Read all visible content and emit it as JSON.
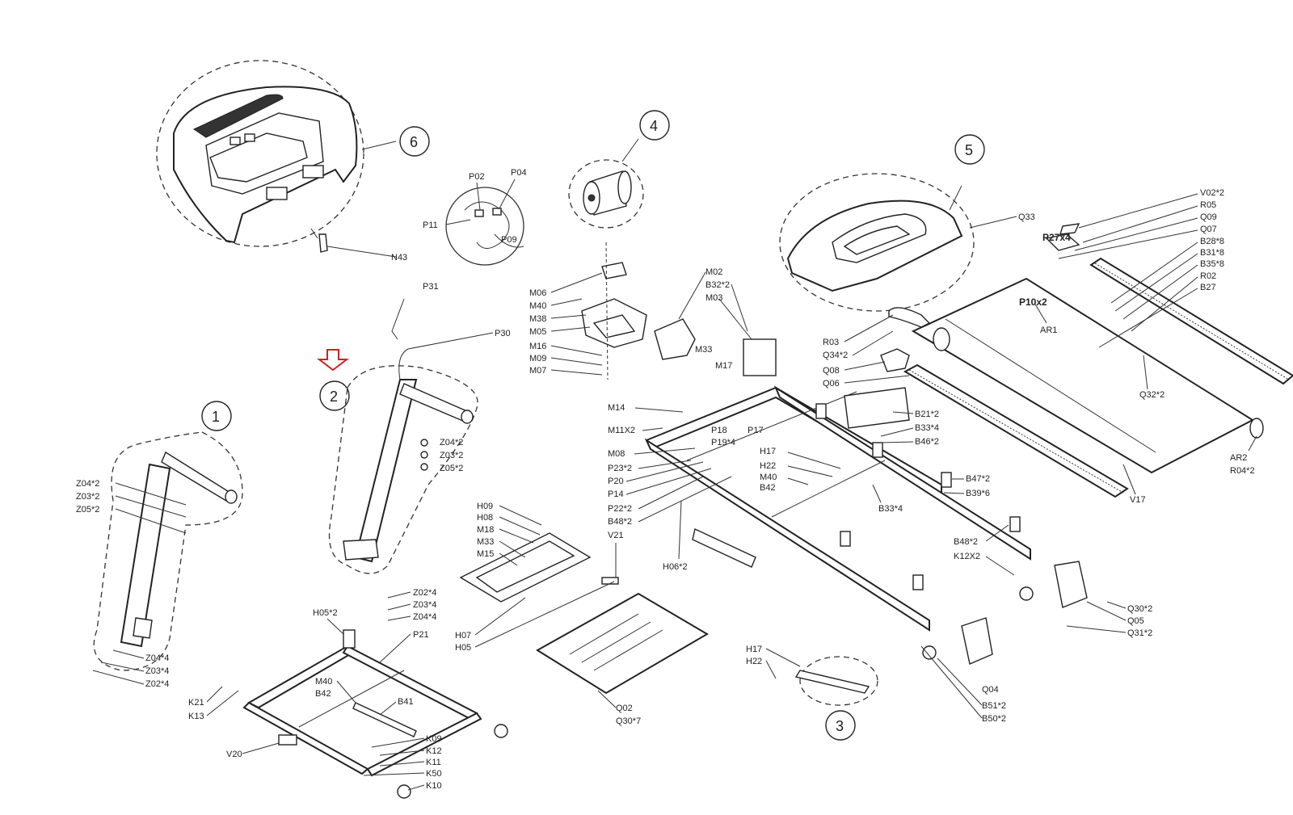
{
  "assembly_numbers": {
    "a1": "1",
    "a2": "2",
    "a3": "3",
    "a4": "4",
    "a5": "5",
    "a6": "6"
  },
  "labels": {
    "a1_left": [
      "Z04*2",
      "Z03*2",
      "Z05*2"
    ],
    "a1_bottom": [
      "Z04*4",
      "Z03*4",
      "Z02*4"
    ],
    "a2_right": [
      "Z04*2",
      "Z03*2",
      "Z05*2"
    ],
    "a6_part": "N43",
    "p_group": [
      "P02",
      "P04",
      "P11",
      "P09"
    ],
    "p31": "P31",
    "p30": "P30",
    "m_left": [
      "M06",
      "M40",
      "M38",
      "M05",
      "M16",
      "M09",
      "M07"
    ],
    "m_mid": [
      "M02",
      "B32*2",
      "M03"
    ],
    "m33": "M33",
    "m17": "M17",
    "frame_left": [
      "M14",
      "M11X2",
      "M08",
      "P23*2",
      "P20",
      "P14",
      "P22*2",
      "B48*2",
      "V21"
    ],
    "frame_p": [
      "P18",
      "P19*4",
      "P17"
    ],
    "frame_h": [
      "H17",
      "H22",
      "M40",
      "B42"
    ],
    "h06": "H06*2",
    "b_group": [
      "B21*2",
      "B33*4",
      "B46*2"
    ],
    "b33": "B33*4",
    "b47": [
      "B47*2",
      "B39*6"
    ],
    "b48": [
      "B48*2",
      "K12X2"
    ],
    "h_group": [
      "H09",
      "H08",
      "M18",
      "M33",
      "M15"
    ],
    "h07": [
      "H07",
      "H05"
    ],
    "base_right": [
      "Z02*4",
      "Z03*4",
      "Z04*4",
      "P21"
    ],
    "h05": "H05*2",
    "base_m": [
      "M40",
      "B42"
    ],
    "b41": "B41",
    "k_left": [
      "K21",
      "K13"
    ],
    "v20": "V20",
    "k_bottom": [
      "K09",
      "K12",
      "K11",
      "K50",
      "K10"
    ],
    "q_tray": [
      "Q02",
      "Q30*7"
    ],
    "h3": [
      "H17",
      "H22"
    ],
    "q04": "Q04",
    "b51": [
      "B51*2",
      "B50*2"
    ],
    "q_right": [
      "Q30*2",
      "Q05",
      "Q31*2"
    ],
    "q33": "Q33",
    "r_group": [
      "R03",
      "Q34*2",
      "Q08",
      "Q06"
    ],
    "v_right": [
      "V02*2",
      "R05",
      "Q09",
      "Q07",
      "B28*8",
      "B31*8",
      "B35*8",
      "R02",
      "B27"
    ],
    "p27": "P27x4",
    "p10": "P10x2",
    "ar1": "AR1",
    "q32": "Q32*2",
    "v17": "V17",
    "ar2": [
      "AR2",
      "R04*2"
    ]
  },
  "colors": {
    "line": "#222222",
    "highlight_arrow": "#cc2222",
    "console_dark": "#333333"
  }
}
